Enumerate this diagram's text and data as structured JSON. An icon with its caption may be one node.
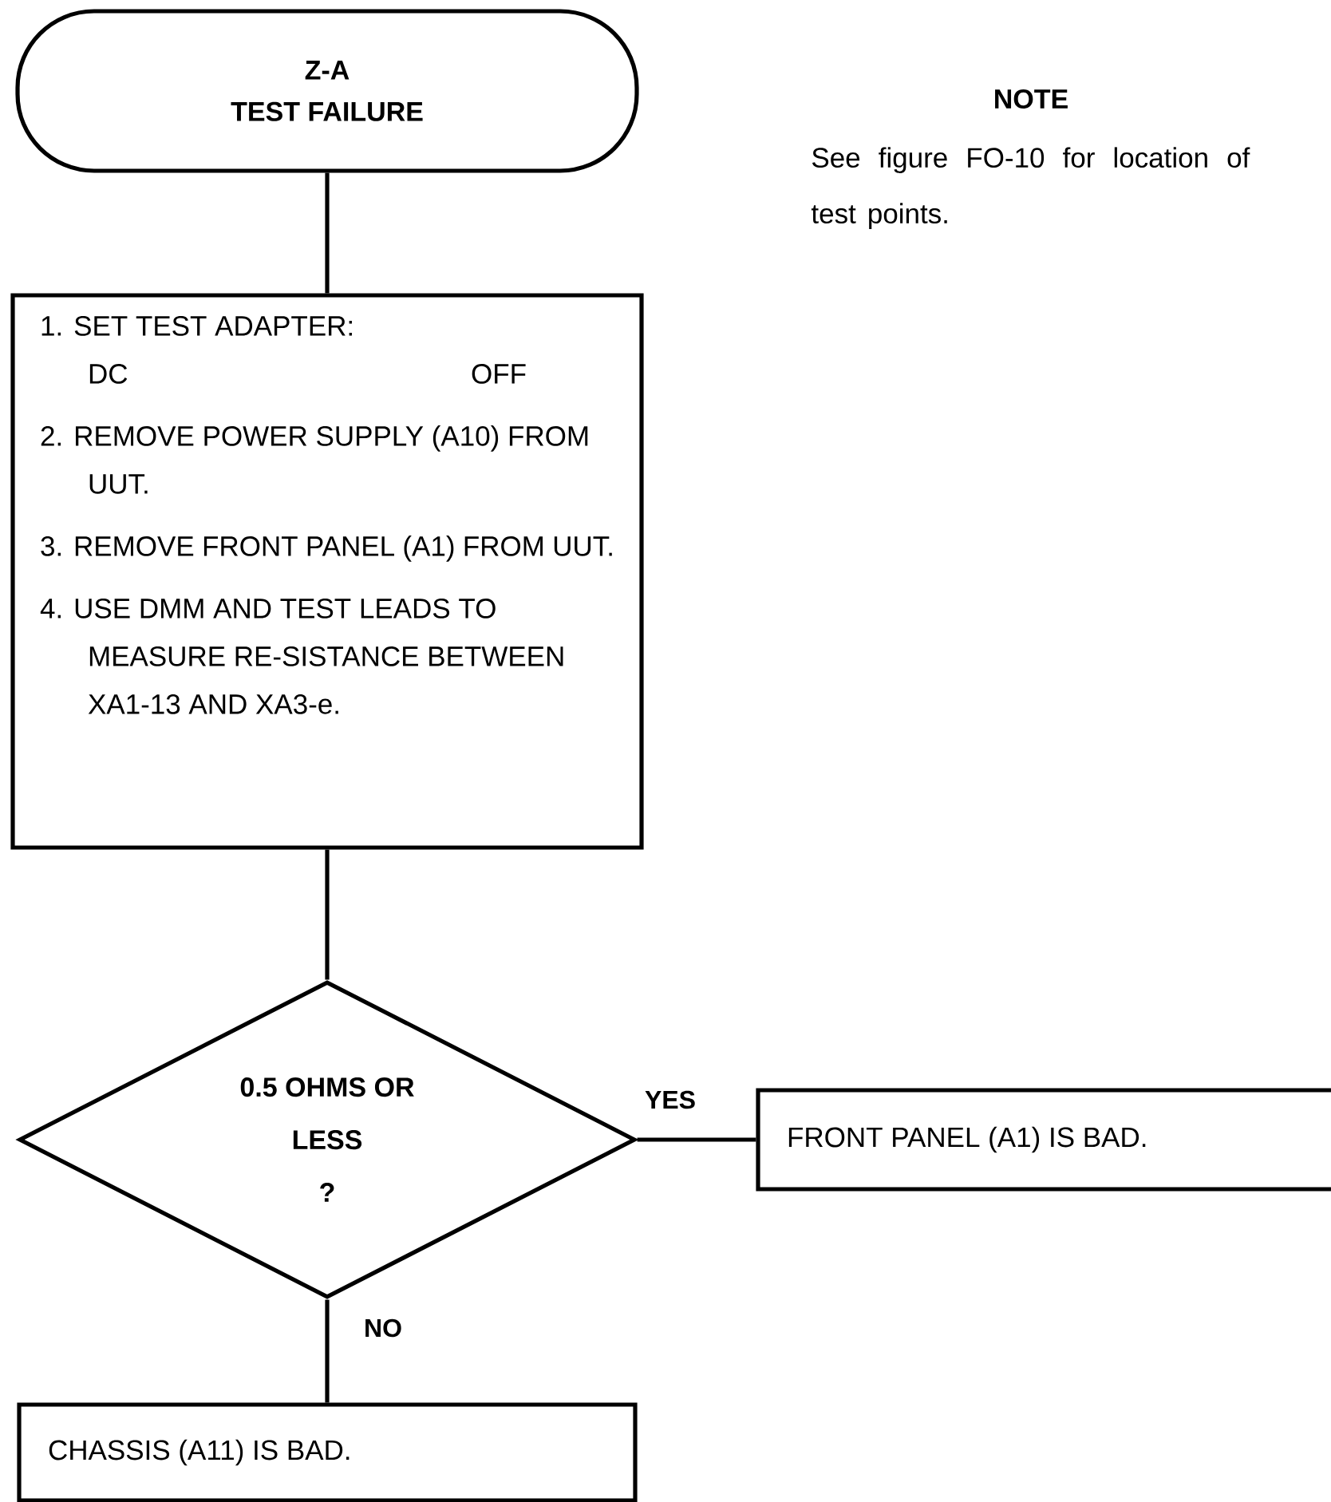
{
  "diagram": {
    "nodes": [
      {
        "text": [
          "Z-A",
          "TEST FAILURE"
        ]
      },
      {
        "text": [
          "1. SET TEST ADAPTER:",
          "DC",
          "OFF",
          "2. REMOVE POWER SUPPLY (A10) FROM UUT.",
          "3. REMOVE FRONT PANEL (A1) FROM UUT.",
          "4. USE DMM AND TEST LEADS TO MEASURE RE-SISTANCE BETWEEN XA1-13 AND XA3-e."
        ]
      },
      {
        "text": [
          "0.5 OHMS OR LESS",
          "?"
        ]
      },
      {
        "text": [
          "FRONT PANEL (A1) IS BAD."
        ]
      },
      {
        "text": [
          "CHASSIS (A11) IS BAD."
        ]
      }
    ],
    "edges": [
      {
        "from": 0,
        "to": 1,
        "arrow": "none"
      },
      {
        "from": 1,
        "to": 2,
        "arrow": "none"
      },
      {
        "from": 2,
        "to": 3,
        "arrow": "none",
        "label": "YES"
      },
      {
        "from": 2,
        "to": 4,
        "arrow": "none",
        "label": "NO"
      }
    ],
    "labels": [
      "NOTE",
      "See figure FO-10 for location of test points."
    ]
  }
}
